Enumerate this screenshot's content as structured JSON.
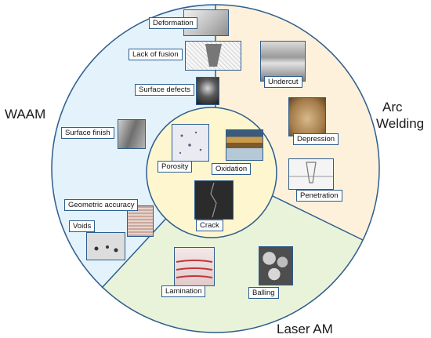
{
  "regions": {
    "waam": "WAAM",
    "arc_welding_line1": "Arc",
    "arc_welding_line2": "Welding",
    "laser_am": "Laser AM"
  },
  "defects": {
    "deformation": "Deformation",
    "lack_of_fusion": "Lack of fusion",
    "surface_defects": "Surface defects",
    "surface_finish": "Surface finish",
    "geometric_accuracy": "Geometric accuracy",
    "voids": "Voids",
    "undercut": "Undercut",
    "depression": "Depression",
    "penetration": "Penetration",
    "porosity": "Porosity",
    "oxidation": "Oxidation",
    "crack": "Crack",
    "lamination": "Lamination",
    "balling": "Balling"
  },
  "colors": {
    "waam_fill": "#e3f2fb",
    "arc_fill": "#fdf1dc",
    "laser_fill": "#e9f3da",
    "center_fill": "#fdf6cf",
    "outline": "#2e5d8e"
  }
}
